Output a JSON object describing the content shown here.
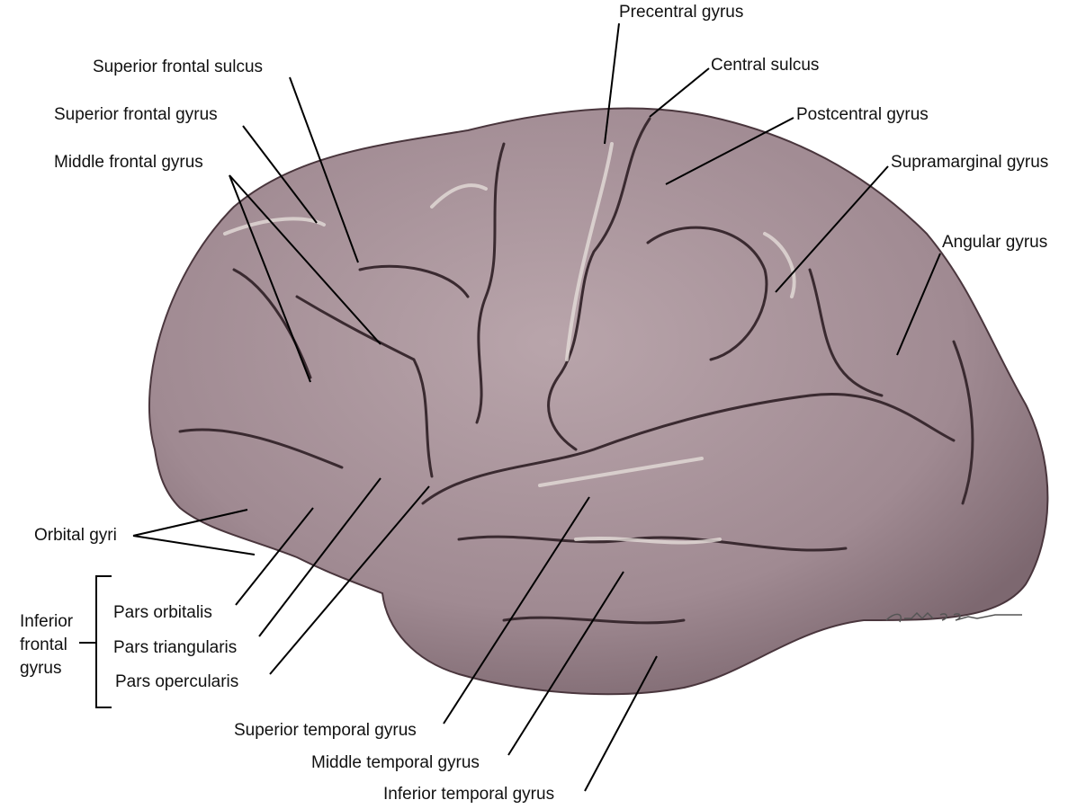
{
  "labels": {
    "precentral_gyrus": "Precentral gyrus",
    "central_sulcus": "Central sulcus",
    "postcentral_gyrus": "Postcentral gyrus",
    "supramarginal_gyrus": "Supramarginal gyrus",
    "angular_gyrus": "Angular gyrus",
    "superior_frontal_sulcus": "Superior frontal sulcus",
    "superior_frontal_gyrus": "Superior frontal gyrus",
    "middle_frontal_gyrus": "Middle frontal gyrus",
    "orbital_gyri": "Orbital gyri",
    "inferior_frontal_gyrus": [
      "Inferior",
      "frontal",
      "gyrus"
    ],
    "pars_orbitalis": "Pars orbitalis",
    "pars_triangularis": "Pars triangularis",
    "pars_opercularis": "Pars opercularis",
    "superior_temporal_gyrus": "Superior temporal gyrus",
    "middle_temporal_gyrus": "Middle temporal gyrus",
    "inferior_temporal_gyrus": "Inferior temporal gyrus"
  },
  "signature": "duncan",
  "colors": {
    "brain": "#a58f96",
    "sulcus": "#3a2a30",
    "highlight": "#e4dcd8"
  }
}
